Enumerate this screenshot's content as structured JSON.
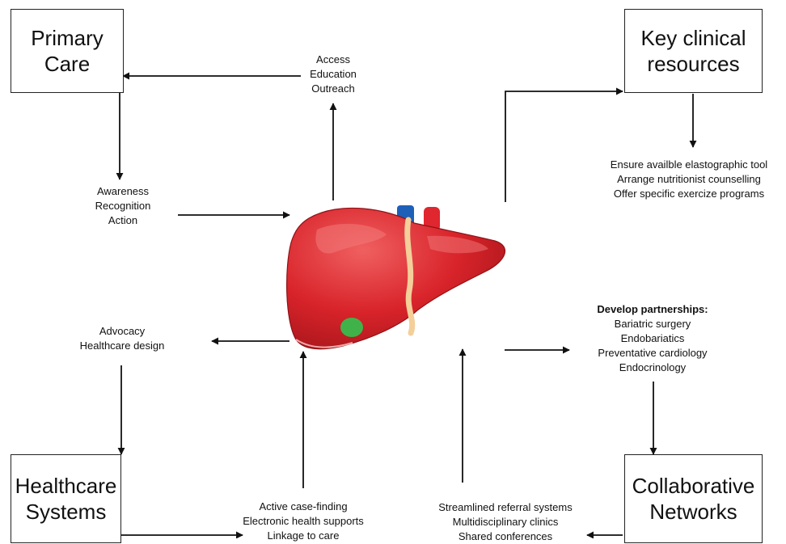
{
  "boxes": {
    "primary_care": [
      "Primary",
      "Care"
    ],
    "key_clinical": [
      "Key clinical",
      "resources"
    ],
    "healthcare_systems": [
      "Healthcare",
      "Systems"
    ],
    "collaborative": [
      "Collaborative",
      "Networks"
    ]
  },
  "labels": {
    "access": [
      "Access",
      "Education",
      "Outreach"
    ],
    "awareness": [
      "Awareness",
      "Recognition",
      "Action"
    ],
    "ensure": [
      "Ensure availble elastographic tool",
      "Arrange nutritionist counselling",
      "Offer specific exercize programs"
    ],
    "advocacy": [
      "Advocacy",
      "Healthcare design"
    ],
    "partnerships_title": "Develop partnerships:",
    "partnerships": [
      "Bariatric surgery",
      "Endobariatics",
      "Preventative cardiology",
      "Endocrinology"
    ],
    "active": [
      "Active case-finding",
      "Electronic health supports",
      "Linkage to care"
    ],
    "streamlined": [
      "Streamlined referral systems",
      "Multidisciplinary clinics",
      "Shared conferences"
    ]
  },
  "colors": {
    "liver": "#d8232a",
    "liver_dark": "#9e1418",
    "liver_highlight": "#ef5b5b",
    "ligament": "#f4cf9a",
    "vein": "#1e5fb8",
    "artery": "#e0262e",
    "gallbladder": "#3fb34a"
  },
  "icons": {
    "center": "liver-icon"
  }
}
